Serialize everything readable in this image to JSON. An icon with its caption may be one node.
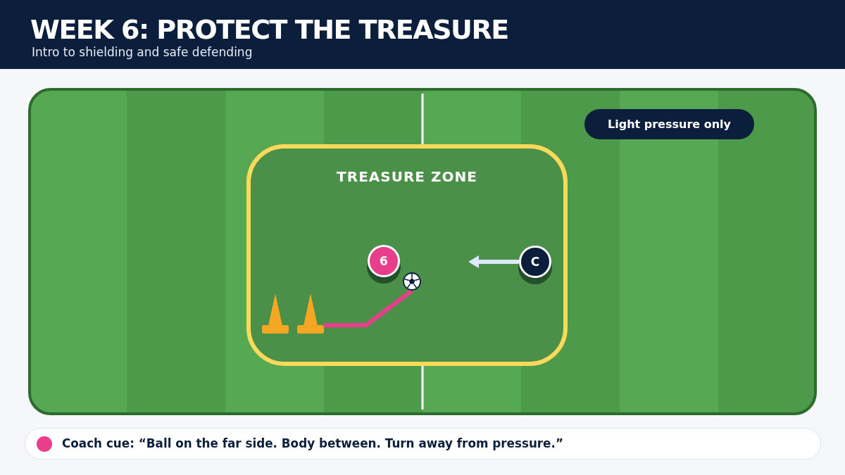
{
  "diagram": {
    "title": "WEEK 6: PROTECT THE TREASURE",
    "nodes": [
      {
        "text": [
          "Light pressure only"
        ]
      },
      {
        "text": [
          "TREASURE ZONE"
        ]
      },
      {
        "text": [
          "6"
        ],
        "in": 1
      },
      {
        "text": [
          "C"
        ],
        "in": 1
      },
      {
        "text": [],
        "shape": "ball",
        "in": 1
      },
      {
        "text": [],
        "shape": "cone",
        "in": 1
      },
      {
        "text": [],
        "shape": "cone",
        "in": 1
      }
    ],
    "edges": [
      {
        "from": 3,
        "to": null,
        "arrow": "to",
        "color": "#dbeafe"
      },
      {
        "from": 6,
        "to": 4,
        "arrow": "none",
        "color": "#e83e8c"
      }
    ],
    "labels": [
      "Intro to shielding and safe defending"
    ],
    "legend": [
      {
        "text": "Coach cue: “Ball on the far side. Body between. Turn away from pressure.”",
        "color": "#e83e8c"
      }
    ]
  }
}
